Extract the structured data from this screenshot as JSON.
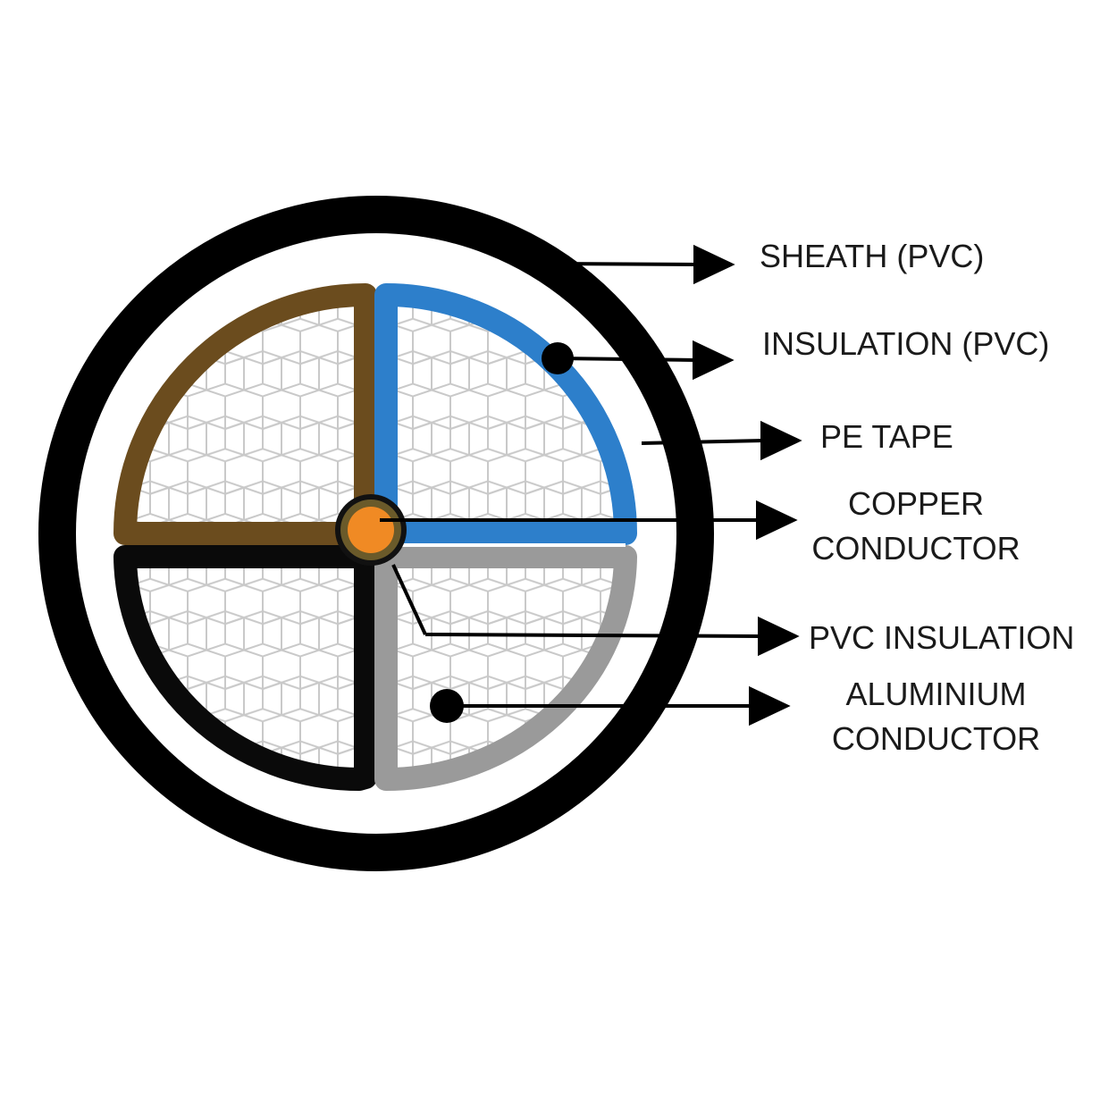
{
  "diagram": {
    "labels": {
      "sheath": "SHEATH (PVC)",
      "insulation": "INSULATION (PVC)",
      "pe_tape": "PE TAPE",
      "copper_line1": "COPPER",
      "copper_line2": "CONDUCTOR",
      "pvc_insulation": "PVC INSULATION",
      "aluminium_line1": "ALUMINIUM",
      "aluminium_line2": "CONDUCTOR"
    },
    "colors": {
      "sheath": "#000000",
      "core_brown": "#6b4c1e",
      "core_blue": "#2d7fcb",
      "core_black": "#0a0a0a",
      "core_grey": "#9a9a9a",
      "copper": "#f08a24",
      "hex_mesh": "#c9c9c9",
      "arrow": "#000000"
    }
  }
}
